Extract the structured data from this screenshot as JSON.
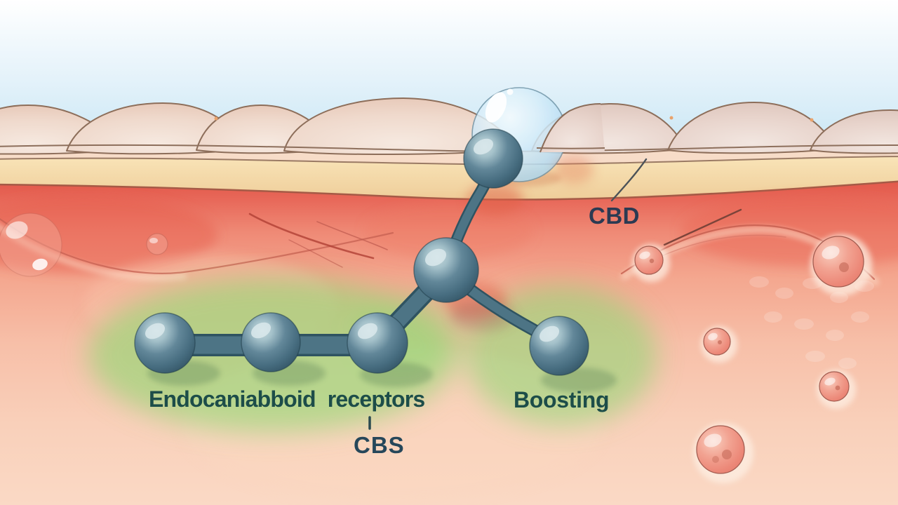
{
  "labels": {
    "cbd": "CBD",
    "receptors": "Endocaniabboid receptors",
    "receptors_abbr": "CBS",
    "boosting": "Boosting"
  },
  "colors": {
    "sky_top": "#ffffff",
    "sky_bottom": "#bfe2f2",
    "skin_bump": "#eed6c9",
    "epidermis_yellow": "#f3d79f",
    "dermis_red": "#e2584a",
    "dermis_pink": "#fad9c4",
    "molecule_blue": "#4d7485",
    "glow_green": "#9ede7f",
    "droplet_blue": "#bcdcf2",
    "vesicle_pink": "#ef9484",
    "label_teal": "#1d4d49",
    "label_navy": "#2b3a52"
  },
  "icons": {
    "droplet": "cbd-droplet-icon",
    "molecule": "cbd-molecule-icon",
    "receptor_chain": "receptor-chain-icon",
    "vesicle": "vesicle-icon"
  }
}
